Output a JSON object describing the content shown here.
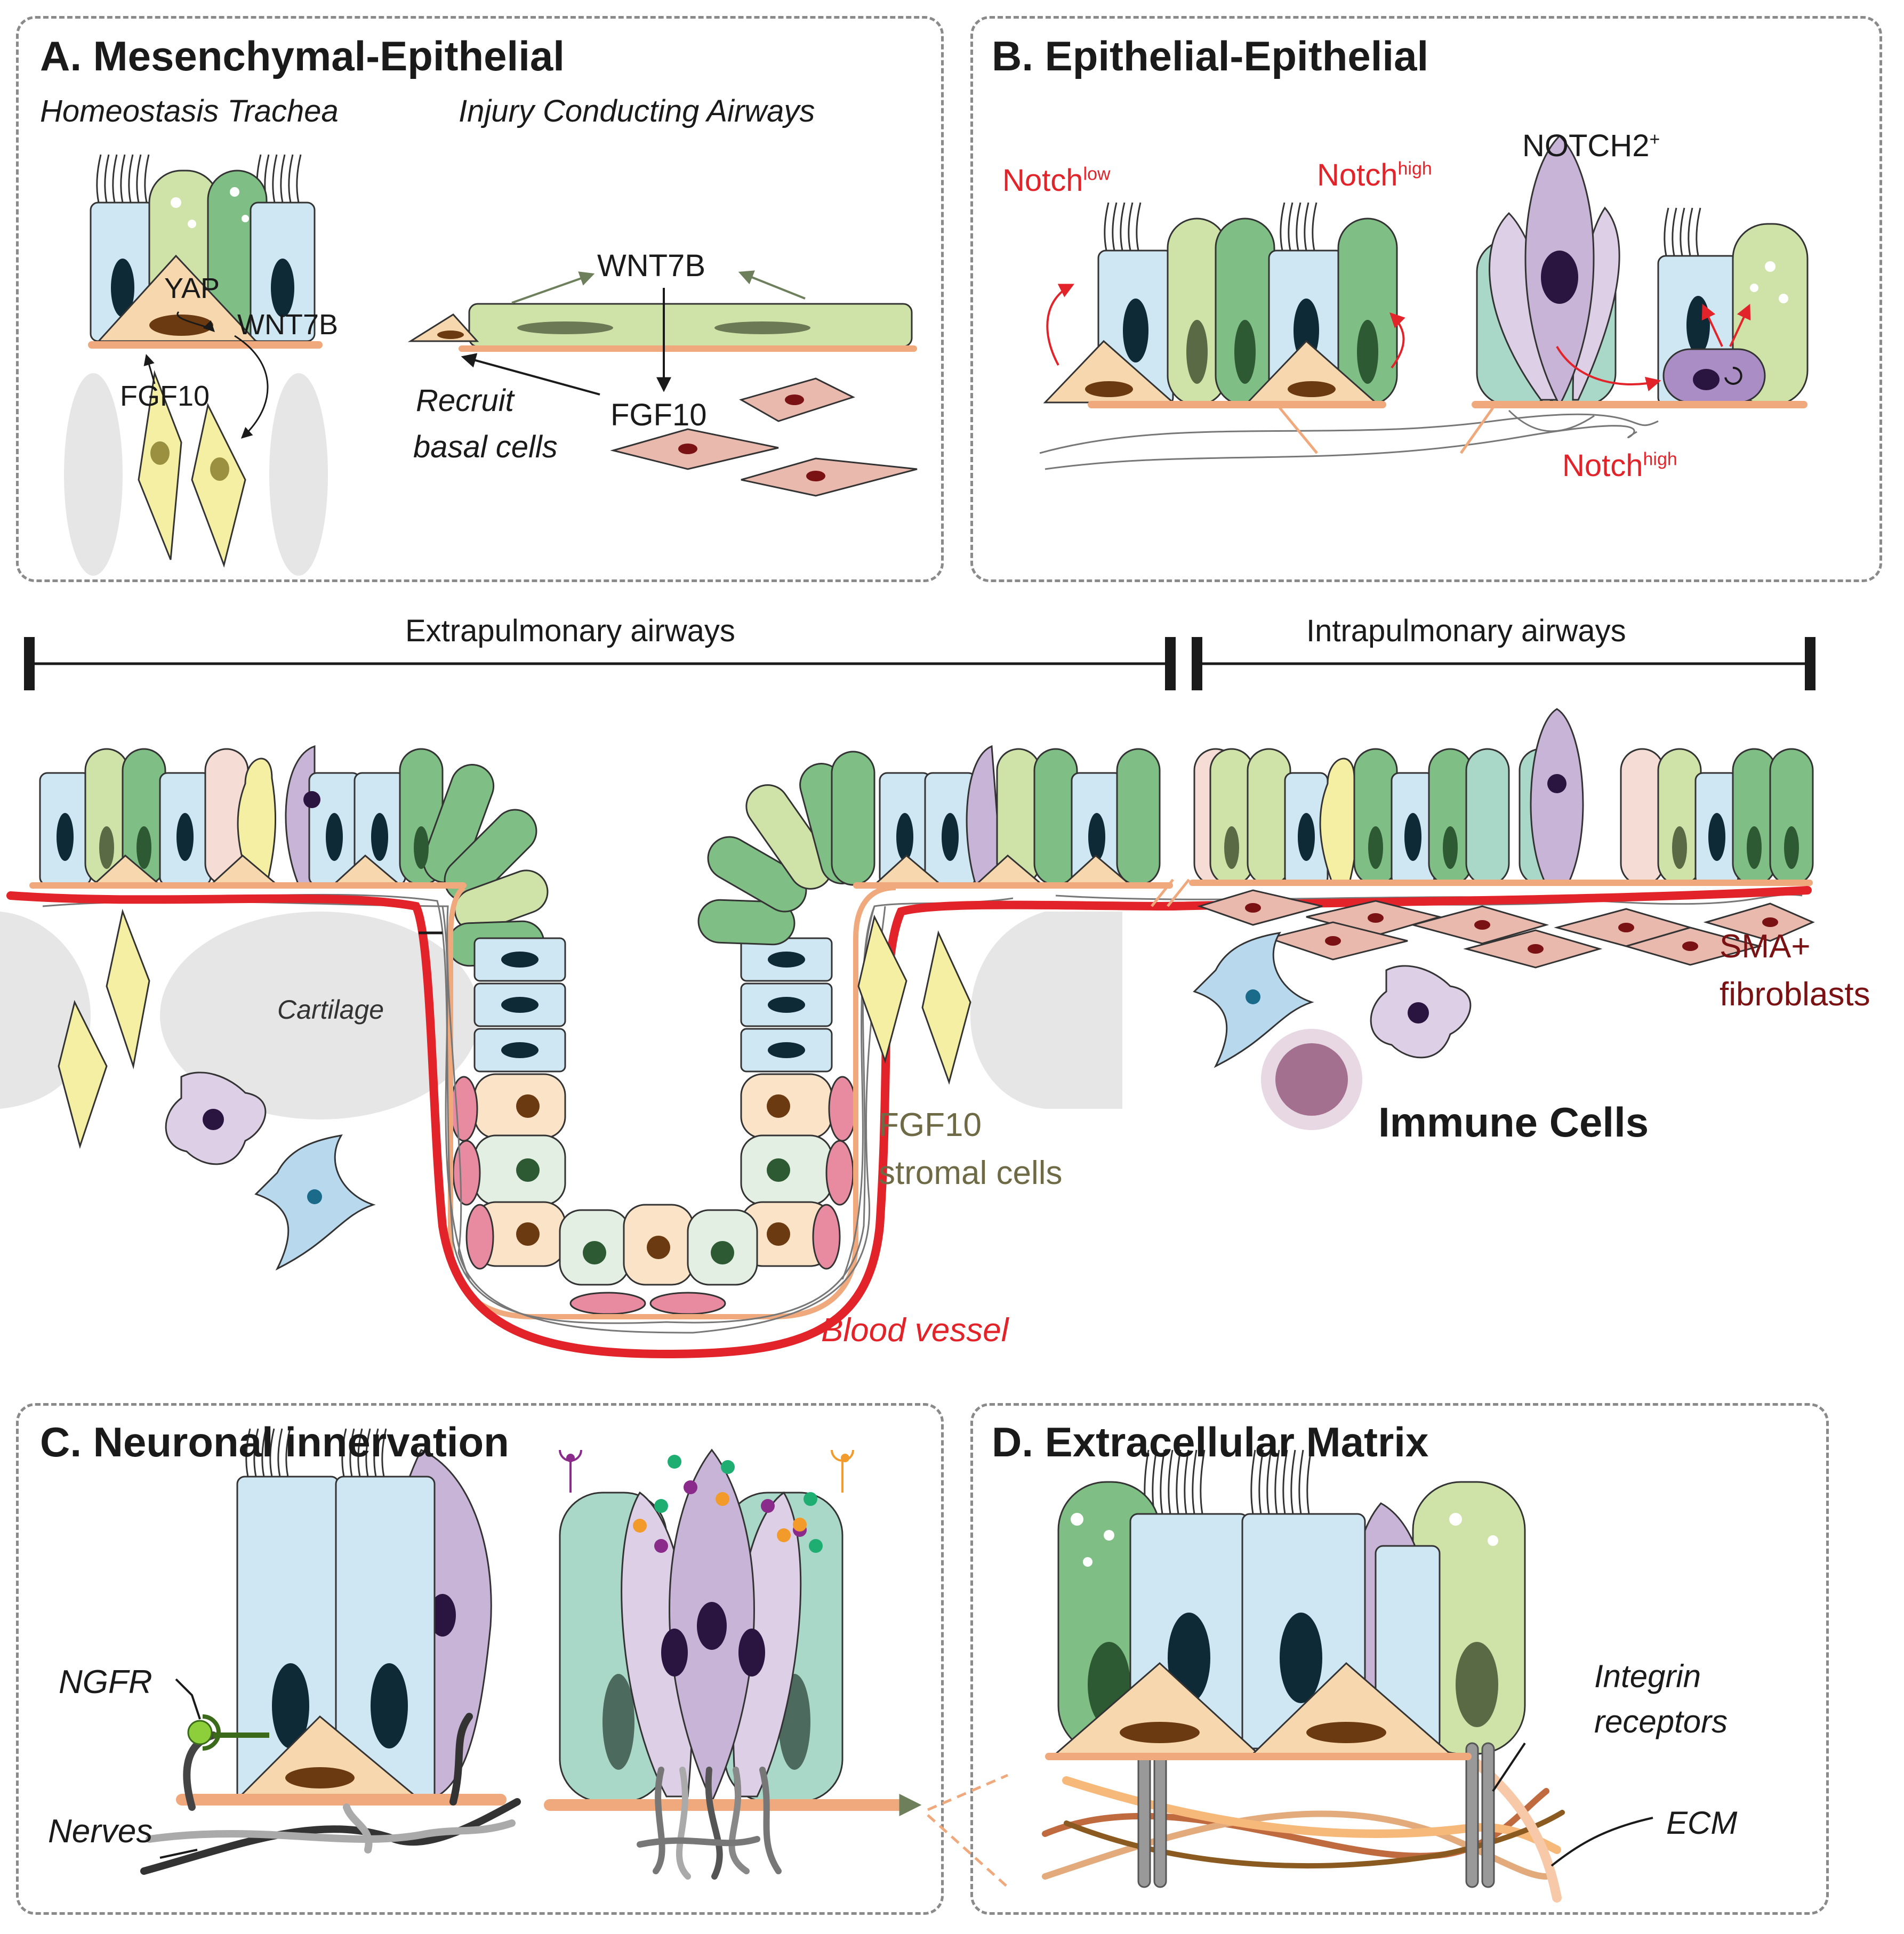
{
  "panels": {
    "a": {
      "title": "A. Mesenchymal-Epithelial",
      "subtitle_left": "Homeostasis Trachea",
      "subtitle_right": "Injury Conducting Airways",
      "yap": "YAP",
      "wnt7b": "WNT7B",
      "fgf10_left": "FGF10",
      "wnt7b_right": "WNT7B",
      "fgf10_right": "FGF10",
      "recruit_line1": "Recruit",
      "recruit_line2": "basal cells"
    },
    "b": {
      "title": "B. Epithelial-Epithelial",
      "notch_low_base": "Notch",
      "notch_low_sup": "low",
      "notch_high_base": "Notch",
      "notch_high_sup": "high",
      "notch2_base": "NOTCH2",
      "notch2_sup": "+",
      "notch_high2_base": "Notch",
      "notch_high2_sup": "high"
    },
    "middle": {
      "extrapulmonary": "Extrapulmonary airways",
      "intrapulmonary": "Intrapulmonary airways",
      "cartilage": "Cartilage",
      "fgf10_line1": "FGF10",
      "fgf10_line2": "stromal cells",
      "blood_vessel": "Blood vessel",
      "sma_line1": "SMA+",
      "sma_line2": "fibroblasts",
      "immune": "Immune Cells"
    },
    "c": {
      "title": "C. Neuronal innervation",
      "ngfr": "NGFR",
      "nerves": "Nerves"
    },
    "d": {
      "title": "D. Extracellular Matrix",
      "integrin_line1": "Integrin",
      "integrin_line2": "receptors",
      "ecm": "ECM"
    }
  },
  "colors": {
    "ciliated": "#cfe6f3",
    "club_light": "#cfe3a9",
    "club_dark": "#7fbe85",
    "basal": "#f7d7ad",
    "neuroendocrine": "#c7b4d6",
    "fibroblast": "#eab9ae",
    "stromal": "#f4efa2",
    "immune_dendritic": "#b8d8ee",
    "blood_vessel": "#e2232a",
    "notch_label": "#e2232a",
    "membrane": "#f0a97d",
    "cartilage": "#e6e6e6"
  }
}
